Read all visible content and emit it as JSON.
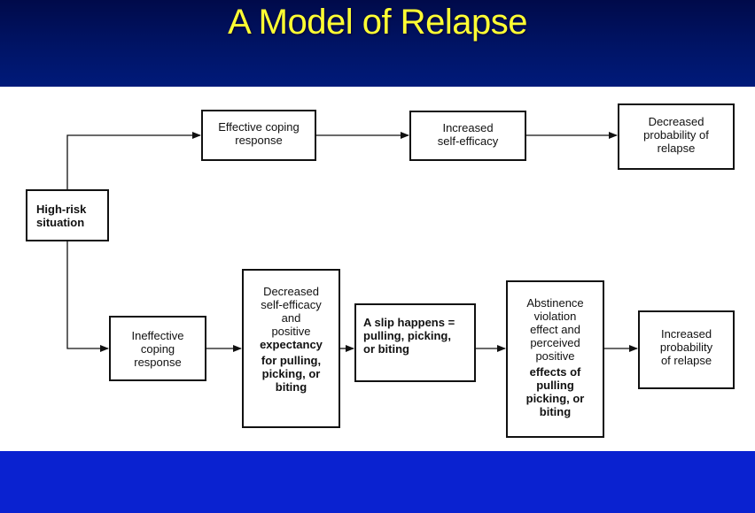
{
  "slide": {
    "title": "A Model of Relapse"
  },
  "nodes": {
    "high_risk": {
      "line1": "High-risk",
      "line2": "situation"
    },
    "effective_coping": {
      "line1": "Effective coping",
      "line2": "response"
    },
    "increased_self_efficacy": {
      "line1": "Increased",
      "line2": "self-efficacy"
    },
    "decreased_probability": {
      "line1": "Decreased",
      "line2": "probability of",
      "line3": "relapse"
    },
    "ineffective_coping": {
      "line1": "Ineffective",
      "line2": "coping",
      "line3": "response"
    },
    "decreased_self_efficacy": {
      "line1": "Decreased",
      "line2": "self-efficacy",
      "line3": "and",
      "line4": "positive",
      "line5": "expectancy",
      "line6": "for pulling,",
      "line7": "picking, or",
      "line8": "biting"
    },
    "slip": {
      "line1": "A slip happens =",
      "line2": "pulling, picking,",
      "line3": "or biting"
    },
    "abstinence_violation": {
      "line1": "Abstinence",
      "line2": "violation",
      "line3": "effect and",
      "line4": "perceived",
      "line5": "positive",
      "line6": "effects of",
      "line7": "pulling",
      "line8": "picking, or",
      "line9": "biting"
    },
    "increased_probability": {
      "line1": "Increased",
      "line2": "probability",
      "line3": "of relapse"
    }
  },
  "colors": {
    "header_bg": "#001466",
    "title_text": "#ffff33",
    "footer_bg": "#0a22d0",
    "box_border": "#111111"
  }
}
